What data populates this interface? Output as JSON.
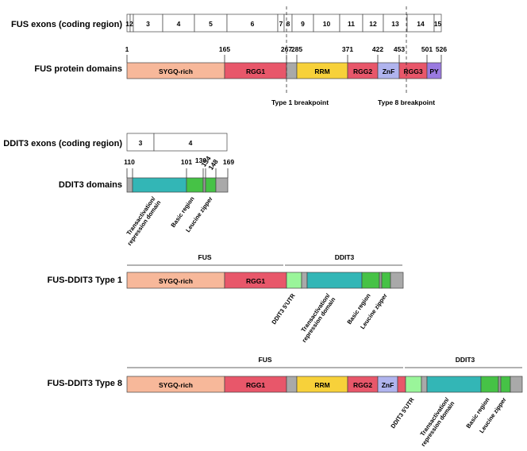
{
  "colors": {
    "sygq": "#f7b89a",
    "rgg": "#e8576a",
    "rrm": "#f7d13a",
    "znf": "#b0b4ee",
    "py": "#9a7ae0",
    "linker": "#a9a9a9",
    "transactivation": "#33b6b6",
    "basic": "#46c246",
    "leucine": "#9a9a9a",
    "utr": "#9af59a"
  },
  "labels": {
    "fus_exons": "FUS exons (coding region)",
    "fus_domains": "FUS protein domains",
    "ddit3_exons": "DDIT3 exons (coding region)",
    "ddit3_domains": "DDIT3 domains",
    "fusion1": "FUS-DDIT3 Type 1",
    "fusion8": "FUS-DDIT3 Type 8",
    "type1_bp": "Type 1 breakpoint",
    "type8_bp": "Type 8 breakpoint",
    "fus_header": "FUS",
    "ddit3_header": "DDIT3"
  },
  "fus_exons": [
    "1",
    "2",
    "3",
    "4",
    "5",
    "6",
    "7",
    "8",
    "9",
    "10",
    "11",
    "12",
    "13",
    "14",
    "15"
  ],
  "fus_positions": [
    "1",
    "165",
    "267",
    "285",
    "371",
    "422",
    "453",
    "501",
    "526"
  ],
  "fus_domains": {
    "sygq": "SYGQ-rich",
    "rgg1": "RGG1",
    "rrm": "RRM",
    "rgg2": "RGG2",
    "znf": "ZnF",
    "rgg3": "RGG3",
    "py": "PY"
  },
  "ddit3_exons": [
    "3",
    "4"
  ],
  "ddit3_positions": [
    "1",
    "10",
    "101",
    "130",
    "134",
    "148",
    "169"
  ],
  "ddit3_annotations": {
    "transactivation": "Transactivation/\nrepression domain",
    "basic": "Basic region",
    "leucine": "Leucine zipper",
    "utr": "DDIT3 5'UTR"
  }
}
